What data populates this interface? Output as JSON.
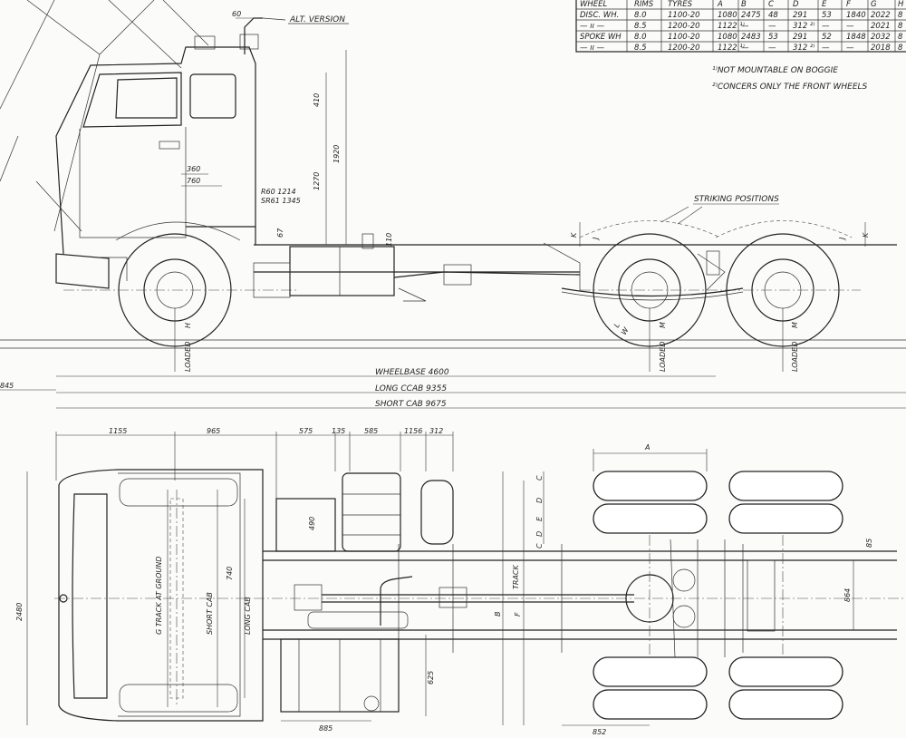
{
  "table": {
    "headers": [
      "WHEEL",
      "RIMS",
      "TYRES",
      "A",
      "B",
      "C",
      "D",
      "E",
      "F",
      "G",
      "H"
    ],
    "rows": [
      [
        "DISC. WH.",
        "8.0",
        "1100-20",
        "1080",
        "2475",
        "48",
        "291",
        "53",
        "1840",
        "2022",
        "8"
      ],
      [
        "— ıı —",
        "8.5",
        "1200-20",
        "1122 ¹⁾",
        "—",
        "—",
        "312 ²⁾",
        "—",
        "—",
        "2021",
        "8"
      ],
      [
        "SPOKE WH",
        "8.0",
        "1100-20",
        "1080",
        "2483",
        "53",
        "291",
        "52",
        "1848",
        "2032",
        "8"
      ],
      [
        "— ıı —",
        "8.5",
        "1200-20",
        "1122 ¹⁾",
        "—",
        "—",
        "312 ²⁾",
        "—",
        "—",
        "2018",
        "8"
      ]
    ]
  },
  "notes": [
    "¹⁾NOT MOUNTABLE ON BOGGIE",
    "²⁾CONCERS ONLY THE FRONT WHEELS"
  ],
  "side_view": {
    "alt_version": "ALT. VERSION",
    "striking_positions": "STRIKING POSITIONS",
    "dim_60": "60",
    "dim_410": "410",
    "dim_1920": "1920",
    "dim_1270": "1270",
    "dim_360": "360",
    "dim_760": "760",
    "radius_1": "R60 1214",
    "radius_2": "SR61 1345",
    "dim_67": "67",
    "dim_110": "110",
    "loaded_label": "LOADED",
    "letter_h": "H",
    "letter_m": "M",
    "letter_l": "L",
    "letter_k": "K",
    "letter_j": "J",
    "letter_w": "W",
    "wheelbase": "WHEELBASE 4600",
    "long_cab": "LONG CCAB 9355",
    "short_cab": "SHORT CAB 9675",
    "overhang": "845"
  },
  "plan_view": {
    "dims_top": [
      "1155",
      "965",
      "575",
      "135",
      "585",
      "1156",
      "312"
    ],
    "dim_a": "A",
    "dim_2480": "2480",
    "g_track": "G TRACK AT GROUND",
    "short_cab": "SHORT CAB",
    "long_cab": "LONG CAB",
    "dim_740": "740",
    "dim_490": "490",
    "dim_625": "625",
    "dim_885": "885",
    "dim_852": "852",
    "dim_864": "864",
    "dim_85": "85",
    "track": "TRACK",
    "letters": [
      "C",
      "D",
      "E",
      "D",
      "C",
      "B",
      "F"
    ]
  }
}
